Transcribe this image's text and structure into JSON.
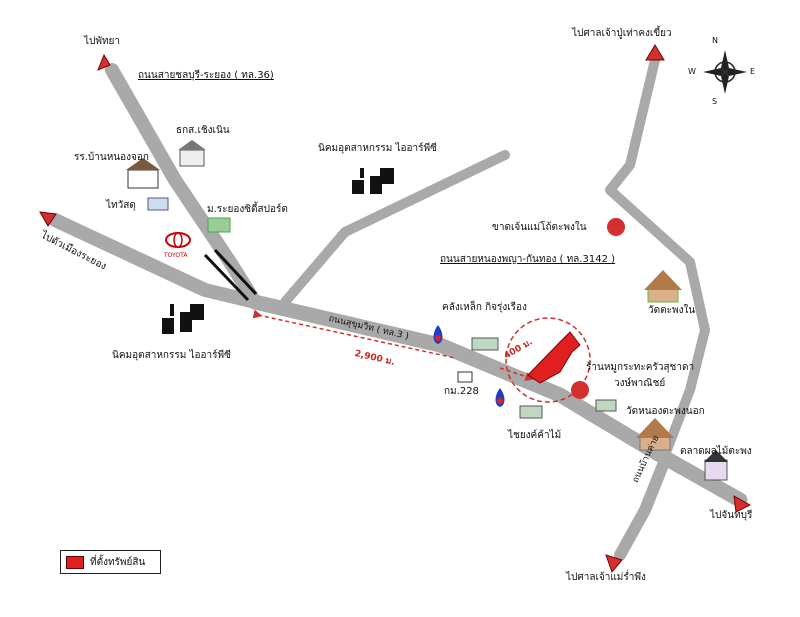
{
  "colors": {
    "road": "#a9a9a9",
    "arrow": "#d32f2f",
    "property": "#e02020",
    "distance_line": "#d32f2f"
  },
  "destinations": {
    "pattaya": "ไปพัทยา",
    "mueang_rayong": "ไปตัวเมืองระยอง",
    "shrine_top": "ไปศาลเจ้าปู่เท่าคงเขี้ยว",
    "chanthaburi": "ไปจันทบุรี",
    "shrine_bottom": "ไปศาลเจ้าแม่ร่ำพึง"
  },
  "roads": {
    "chonburi_rayong": "ถนนสายชลบุรี-ระยอง ( ทล.36)",
    "nongphaya_kanthong": "ถนนสายหนองพญา-กันทอง ( ทล.3142 )",
    "sukhumvit": "ถนนสุขุมวิท ( ทล.3 )",
    "side_road": "ถนนบ้านค่าย"
  },
  "places": {
    "school": "รร.บ้านหนองจอก",
    "bank": "ธกส.เชิงเนิน",
    "thaiwatsadu": "ไทวัสดุ",
    "toyota": "TOYOTA",
    "rayong_city_sport": "ม.ระยองซิตี้สปอร์ต",
    "industrial_top": "นิคมอุตสาหกรรม ไออาร์พีซี",
    "industrial_left": "นิคมอุตสาหกรรม ไออาร์พีซี",
    "restaurant": "ขาดเจ้นแม่โถ้ตะพงใน",
    "wat_taphong_nai": "วัดตะพงใน",
    "steel": "คลังเหล็ก กิจรุ่งเรือง",
    "km_post": "กม.228",
    "shop": "ร้านหมูกระทะครัวสุชาดา",
    "wong_phanit": "วงษ์พาณิชย์",
    "wat_nong_taphong_nok": "วัดหนองตะพงนอก",
    "fruit_market": "ตลาดผลไม้ตะพง",
    "chaiyong_tools": "ไชยงค์ค้าไม้"
  },
  "distances": {
    "to_junction": "2,900 ม.",
    "to_km": "400 ม."
  },
  "compass": {
    "n": "N",
    "s": "S",
    "e": "E",
    "w": "W"
  },
  "legend": {
    "label": "ที่ตั้งทรัพย์สิน"
  }
}
